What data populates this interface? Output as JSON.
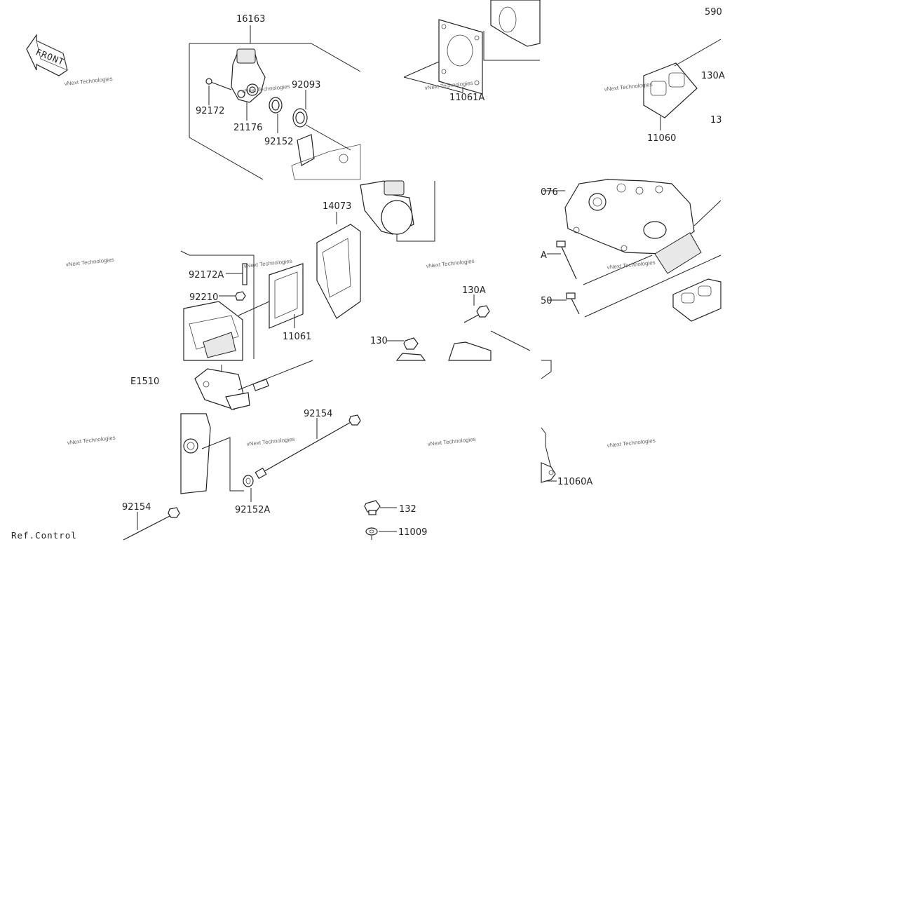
{
  "diagram": {
    "front_label": "FRONT",
    "labels": {
      "p16163": "16163",
      "p92093": "92093",
      "p92172": "92172",
      "p21176": "21176",
      "p92152": "92152",
      "p11061A": "11061A",
      "p590": "590",
      "p130A_top": "130A",
      "p13_top": "13",
      "p11060": "11060",
      "p14073": "14073",
      "p076": "076",
      "p92172A": "92172A",
      "p92210": "92210",
      "p11061": "11061",
      "p130A_mid": "130A",
      "p130": "130",
      "pA": "A",
      "p50": "50",
      "pE1510": "E1510",
      "p92154_mid": "92154",
      "p92154_left": "92154",
      "p92152A": "92152A",
      "p132": "132",
      "p11009": "11009",
      "p11060A": "11060A",
      "ref_control": "Ref.Control"
    },
    "watermark": "vNext Technologies"
  }
}
